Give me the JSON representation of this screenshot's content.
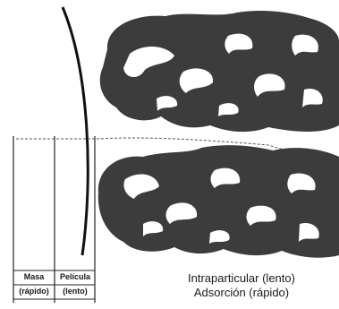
{
  "diagram": {
    "columns": {
      "masa": {
        "label": "Masa",
        "sublabel": "(rápido)"
      },
      "pelicula": {
        "label": "Película",
        "sublabel": "(lento)"
      }
    },
    "intraparticular": {
      "line1": "Intraparticular (lento)",
      "line2": "Adsorción (rápido)"
    },
    "colors": {
      "particle": "#3c3c3c",
      "pore": "#ffffff",
      "line": "#111111",
      "dashed": "#666666"
    }
  }
}
